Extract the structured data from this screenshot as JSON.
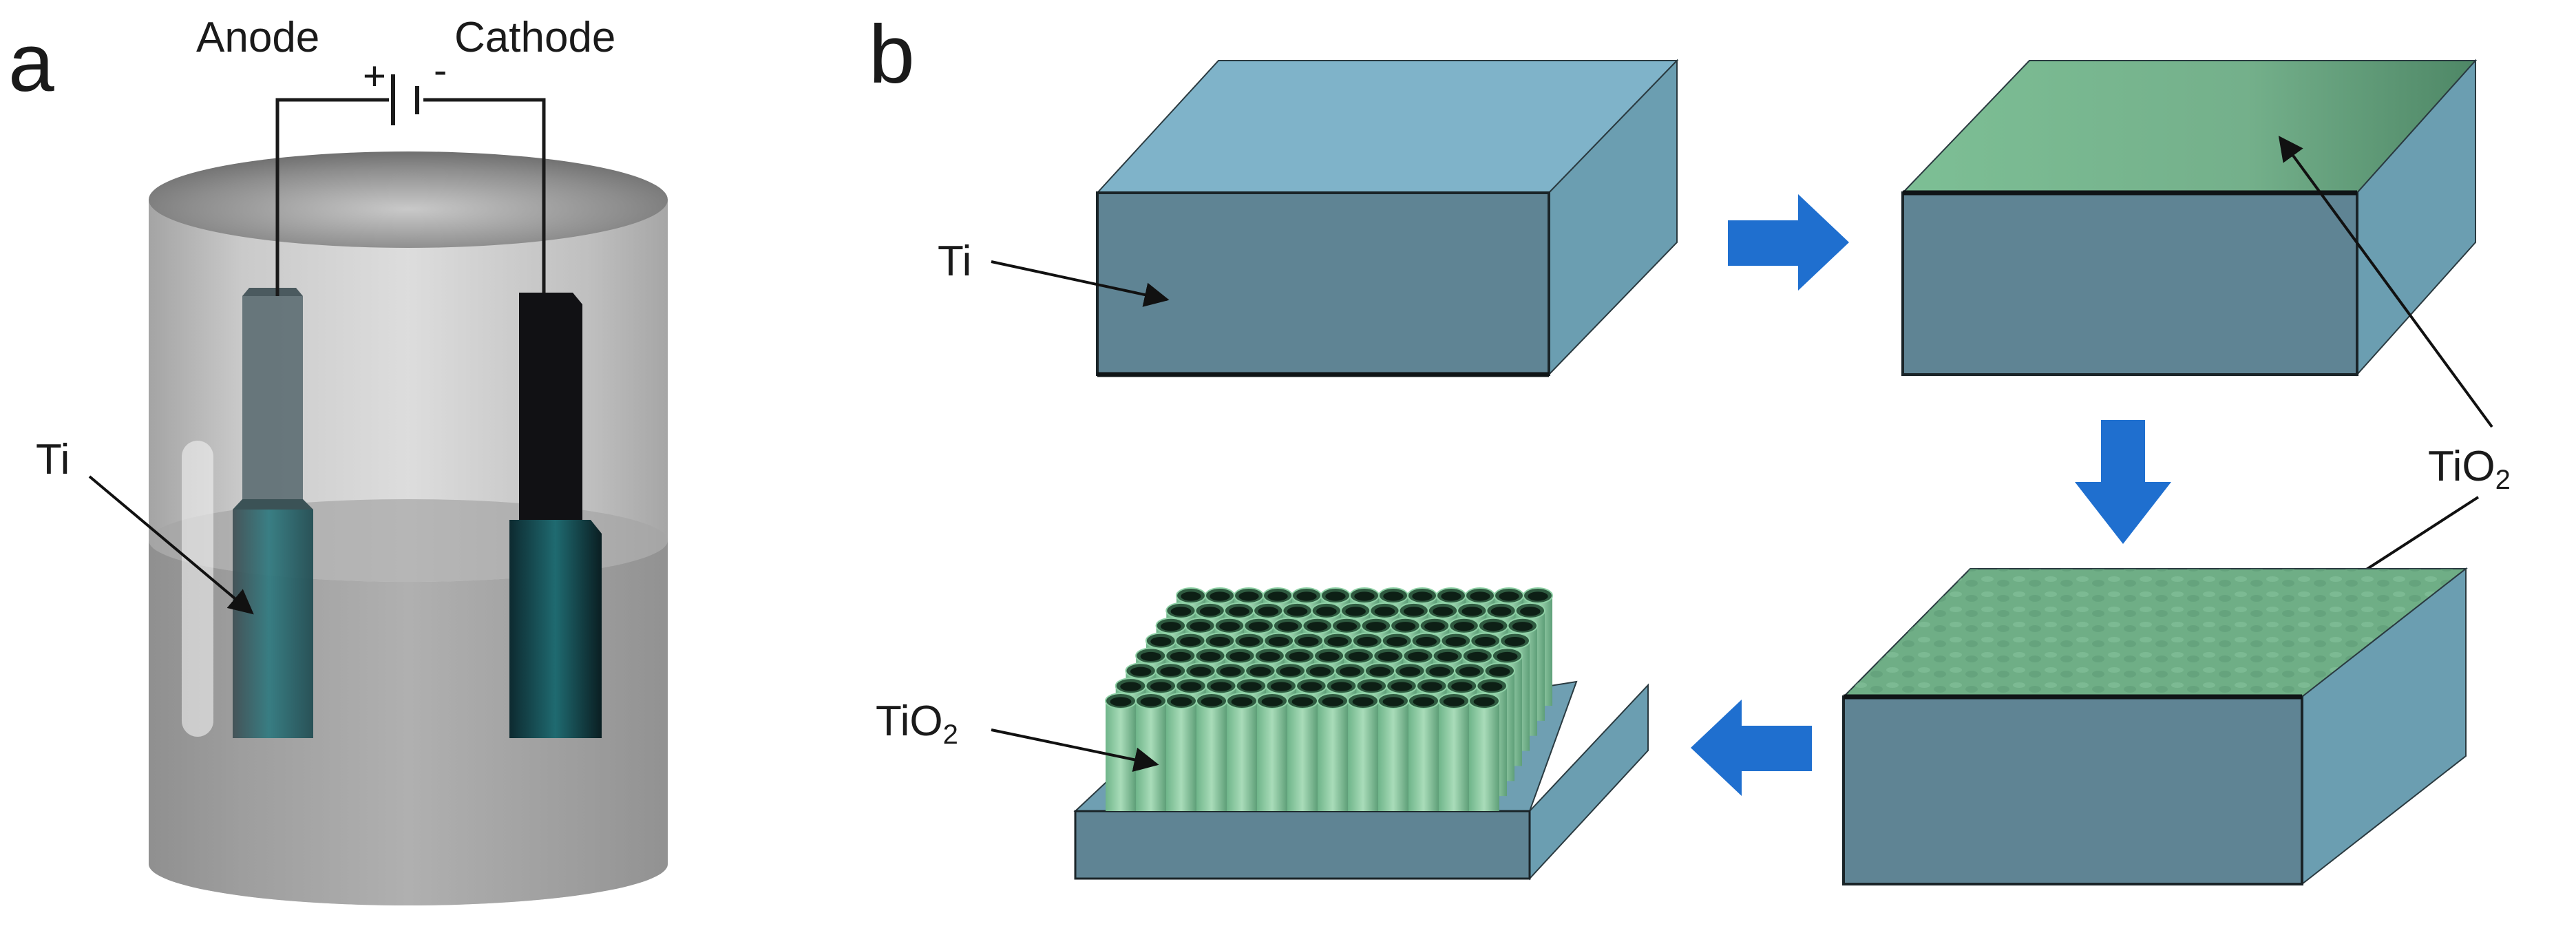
{
  "panel_a": {
    "panel_label": "a",
    "anode_label": "Anode",
    "cathode_label": "Cathode",
    "plus_sign": "+",
    "minus_sign": "-",
    "ti_label": "Ti"
  },
  "panel_b": {
    "panel_label": "b",
    "ti_label": "Ti",
    "tio2_right": {
      "base": "TiO",
      "subscript": "2"
    },
    "tio2_left": {
      "base": "TiO",
      "subscript": "2"
    }
  },
  "colors": {
    "block_top": "#7fb3c9",
    "block_front": "#5f8494",
    "block_side": "#6b9eb1",
    "green_light": "#7fbe95",
    "green_dark": "#4f8a66",
    "arrow_blue": "#1f6fcf",
    "cathode_black": "#111114"
  },
  "icons": [
    "right-arrow-icon",
    "down-arrow-icon",
    "left-arrow-icon"
  ]
}
